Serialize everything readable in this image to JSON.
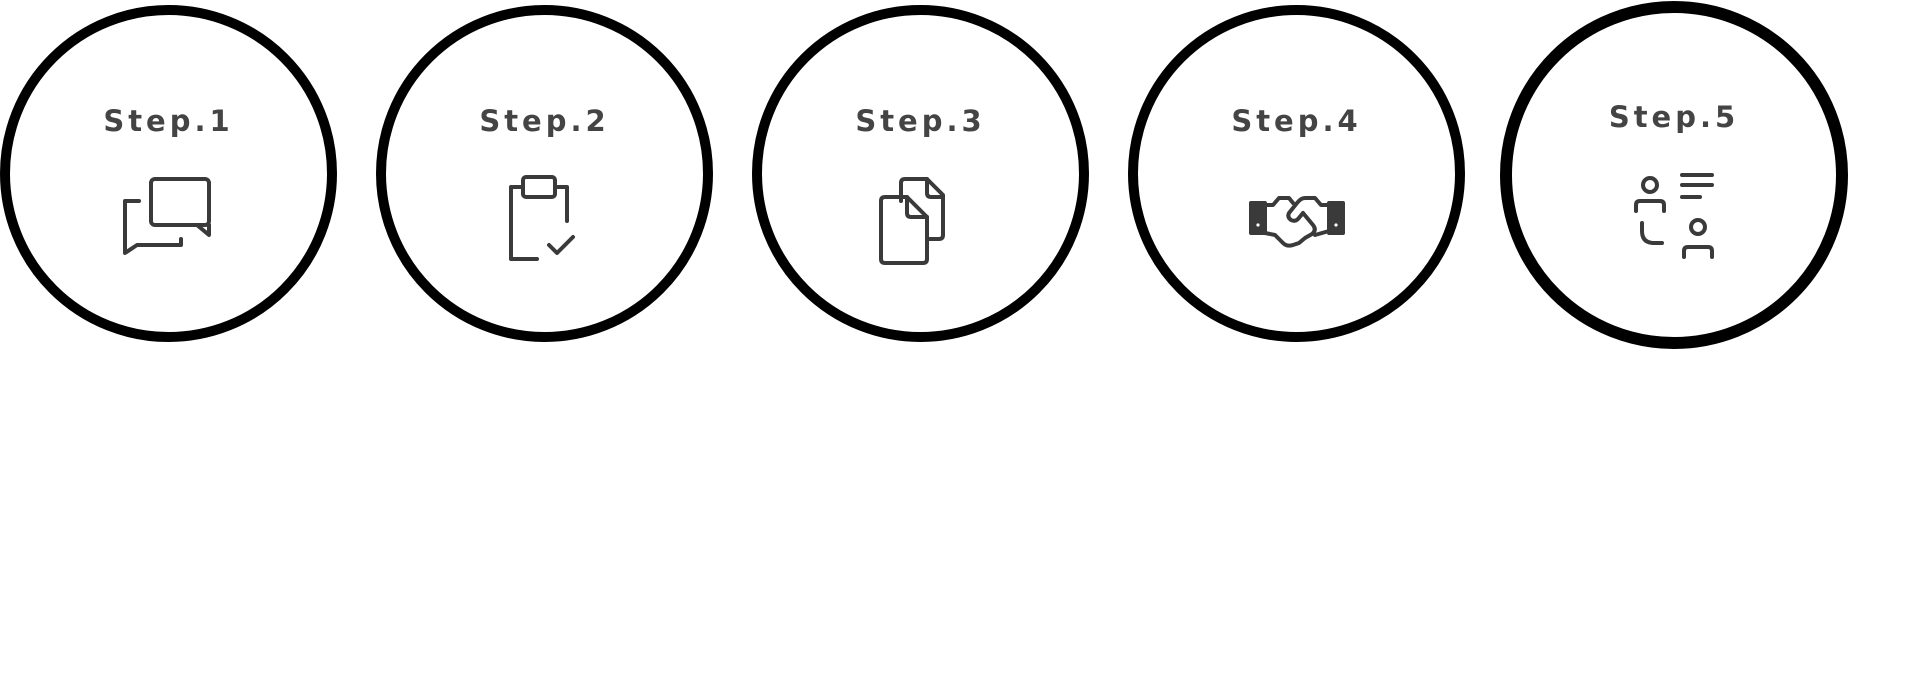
{
  "colors": {
    "circle_border": "#000000",
    "label_text": "#444444",
    "icon_stroke": "#3a3a3a",
    "background": "#ffffff"
  },
  "steps": [
    {
      "label": "Step.1",
      "icon": "chat-bubbles-icon"
    },
    {
      "label": "Step.2",
      "icon": "clipboard-check-icon"
    },
    {
      "label": "Step.3",
      "icon": "documents-copy-icon"
    },
    {
      "label": "Step.4",
      "icon": "handshake-icon"
    },
    {
      "label": "Step.5",
      "icon": "people-list-icon"
    }
  ]
}
